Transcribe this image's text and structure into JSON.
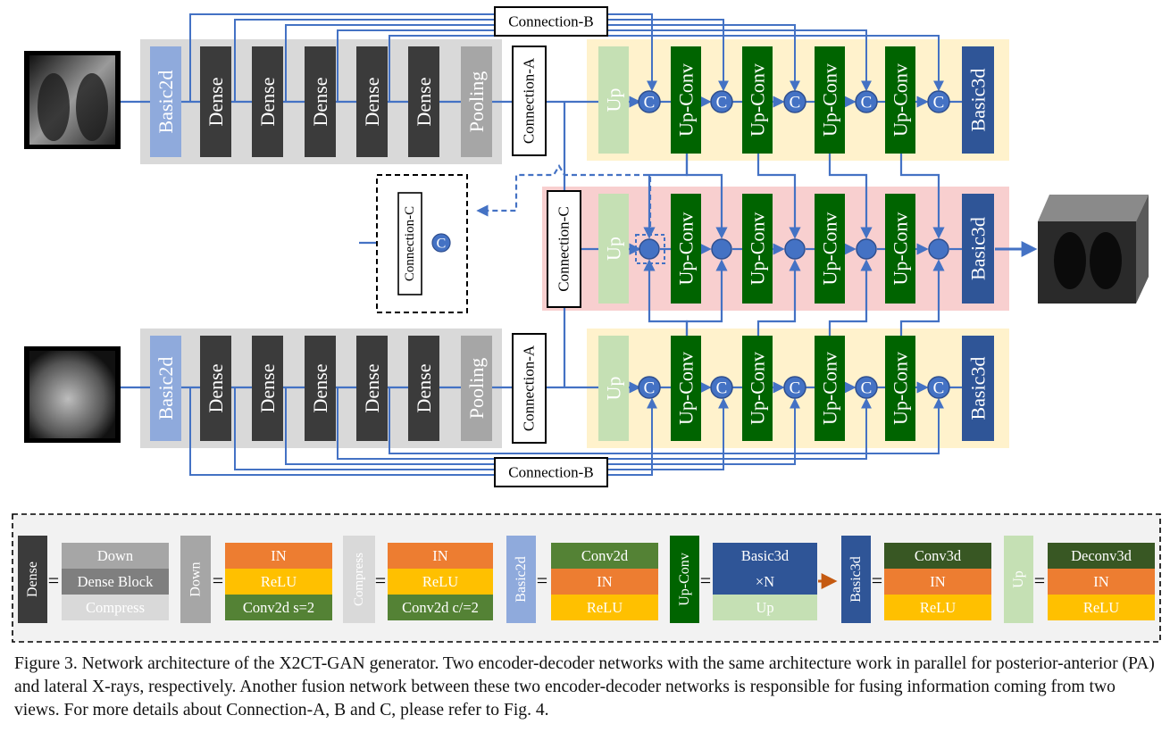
{
  "colors": {
    "encoder_bg": "#d9d9d9",
    "decoder_bg": "#fff2cc",
    "fusion_bg": "#f8cfcf",
    "basic2d": "#8faadc",
    "dense": "#3b3b3b",
    "pooling": "#a6a6a6",
    "up": "#c5e0b4",
    "upconv": "#006400",
    "basic3d": "#2f5597",
    "line": "#4472c4",
    "in_orange": "#ed7d31",
    "relu_yellow": "#ffc000",
    "conv_green": "#548235",
    "conv3d_green": "#385723",
    "legend_bg": "#f2f2f2"
  },
  "diagram": {
    "encoder": {
      "basic2d_label": "Basic2d",
      "dense_label": "Dense",
      "pooling_label": "Pooling",
      "connection_a_label": "Connection-A"
    },
    "decoder": {
      "up_label": "Up",
      "upconv_label": "Up-Conv",
      "basic3d_label": "Basic3d",
      "concat_symbol": "C"
    },
    "fusion": {
      "connection_c_label": "Connection-C"
    },
    "connection_b_label": "Connection-B",
    "inset": {
      "connection_c_label": "Connection-C",
      "concat_symbol": "C"
    },
    "input_images": [
      "pa-xray-icon",
      "lateral-xray-icon"
    ],
    "output_image": "ct-volume-icon"
  },
  "legend": {
    "dense": {
      "label": "Dense",
      "rows": [
        "Down",
        "Dense Block",
        "Compress"
      ]
    },
    "down": {
      "label": "Down",
      "rows": [
        "IN",
        "ReLU",
        "Conv2d s=2"
      ]
    },
    "compress": {
      "label": "Compress",
      "rows": [
        "IN",
        "ReLU",
        "Conv2d c/=2"
      ]
    },
    "basic2d": {
      "label": "Basic2d",
      "rows": [
        "Conv2d",
        "IN",
        "ReLU"
      ]
    },
    "upconv": {
      "label": "Up-Conv",
      "rows": [
        "Basic3d",
        "×N",
        "Up"
      ]
    },
    "basic3d": {
      "label": "Basic3d",
      "rows": [
        "Conv3d",
        "IN",
        "ReLU"
      ]
    },
    "up": {
      "label": "Up",
      "rows": [
        "Deconv3d",
        "IN",
        "ReLU"
      ]
    },
    "equals": "="
  },
  "caption": {
    "label": "Figure 3.",
    "text": "Network architecture of the X2CT-GAN generator. Two encoder-decoder networks with the same architecture work in parallel for posterior-anterior (PA) and lateral X-rays, respectively. Another fusion network between these two encoder-decoder networks is responsible for fusing information coming from two views. For more details about Connection-A, B and C, please refer to Fig. 4."
  }
}
